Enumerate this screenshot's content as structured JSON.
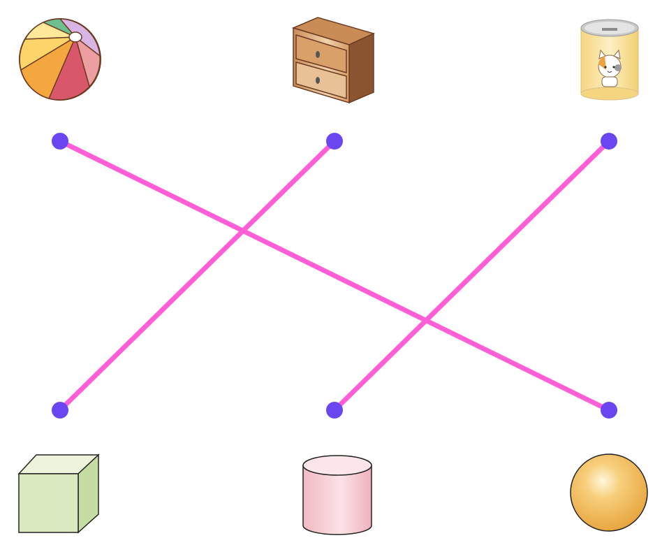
{
  "colors": {
    "connector": "#ff5fd6",
    "dot": "#6a46f0",
    "background": "#ffffff"
  },
  "top_items": [
    {
      "id": "ball",
      "icon": "beach-ball-icon"
    },
    {
      "id": "drawer",
      "icon": "drawer-cabinet-icon"
    },
    {
      "id": "can",
      "icon": "cat-can-icon"
    }
  ],
  "bottom_items": [
    {
      "id": "cube",
      "icon": "cube-icon"
    },
    {
      "id": "cylinder",
      "icon": "cylinder-icon"
    },
    {
      "id": "sphere",
      "icon": "sphere-icon"
    }
  ],
  "connections": [
    {
      "from": "ball",
      "to": "sphere"
    },
    {
      "from": "drawer",
      "to": "cube"
    },
    {
      "from": "can",
      "to": "cylinder"
    }
  ]
}
